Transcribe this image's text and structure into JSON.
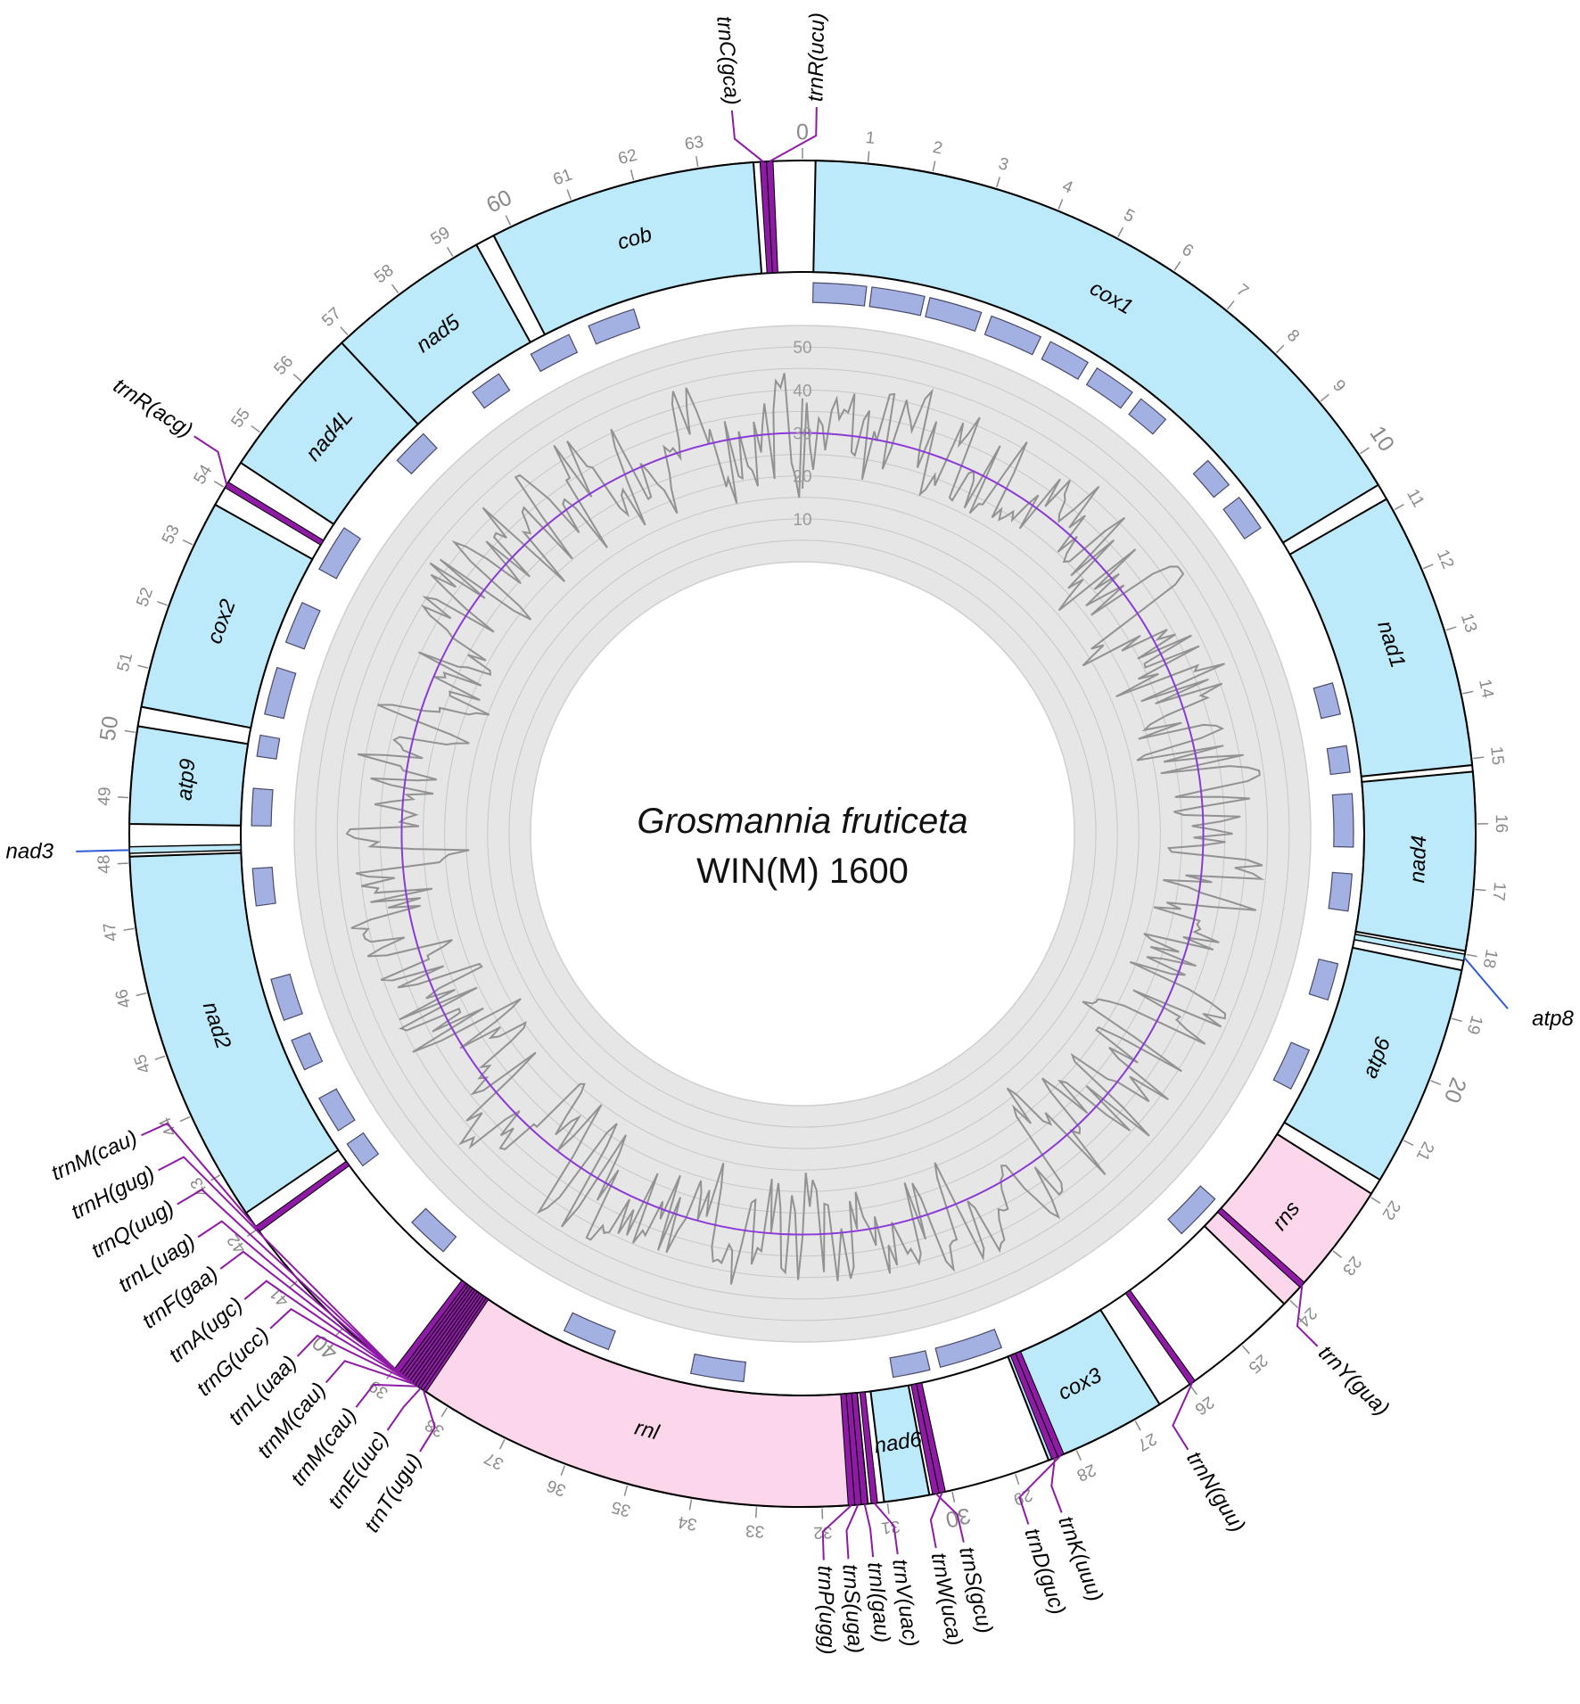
{
  "title": {
    "species": "Grosmannia fruticeta",
    "strain": "WIN(M) 1600"
  },
  "colors": {
    "protein": "#bdeafa",
    "rrna": "#fcd6ea",
    "trna": "#8e1aa6",
    "single_line": "#2e5bd6",
    "orf": "#a3b1e2",
    "gc_background": "#e6e6e6",
    "gc_line": "#929292",
    "mean_line": "#8a3ad6"
  },
  "genome": {
    "length_kb": 64.6,
    "tick_step_kb": 1,
    "major_every_kb": 10
  },
  "ticks": [
    0,
    1,
    2,
    3,
    4,
    5,
    6,
    7,
    8,
    9,
    10,
    11,
    12,
    13,
    14,
    15,
    16,
    17,
    18,
    19,
    20,
    21,
    22,
    23,
    24,
    25,
    26,
    27,
    28,
    29,
    30,
    31,
    32,
    33,
    34,
    35,
    36,
    37,
    38,
    39,
    40,
    41,
    42,
    43,
    44,
    45,
    46,
    47,
    48,
    49,
    50,
    51,
    52,
    53,
    54,
    55,
    56,
    57,
    58,
    59,
    60,
    61,
    62,
    63
  ],
  "genes": [
    {
      "name": "cox1",
      "type": "protein",
      "start": 0.2,
      "end": 10.55
    },
    {
      "name": "nad1",
      "type": "protein",
      "start": 10.8,
      "end": 15.1
    },
    {
      "name": "nad4",
      "type": "protein",
      "start": 15.2,
      "end": 17.95
    },
    {
      "name": "atp6",
      "type": "protein",
      "start": 18.25,
      "end": 21.7
    },
    {
      "name": "rns",
      "type": "rrna",
      "start": 21.95,
      "end": 24.1
    },
    {
      "name": "cox3",
      "type": "protein",
      "start": 26.55,
      "end": 28.45
    },
    {
      "name": "nad6",
      "type": "protein",
      "start": 30.35,
      "end": 31.05
    },
    {
      "name": "rnl",
      "type": "rrna",
      "start": 31.3,
      "end": 38.55
    },
    {
      "name": "nad2",
      "type": "protein",
      "start": 42.3,
      "end": 48.1
    },
    {
      "name": "atp9",
      "type": "protein",
      "start": 48.6,
      "end": 50.1
    },
    {
      "name": "cox2",
      "type": "protein",
      "start": 50.4,
      "end": 53.7
    },
    {
      "name": "nad4L",
      "type": "protein",
      "start": 54.45,
      "end": 56.85
    },
    {
      "name": "nad5",
      "type": "protein",
      "start": 56.85,
      "end": 59.4
    },
    {
      "name": "cob",
      "type": "protein",
      "start": 59.7,
      "end": 63.85
    }
  ],
  "single_line_genes": [
    {
      "name": "nad3",
      "pos": 48.2,
      "label_angle_offset": 0
    },
    {
      "name": "atp8",
      "pos": 18.05,
      "label_angle_offset": 0.6
    }
  ],
  "trnas": [
    {
      "name": "trnC(gca)",
      "pos": 64.0,
      "label_pos": 63.6
    },
    {
      "name": "trnR(ucu)",
      "pos": 64.1,
      "label_pos": 0.2
    },
    {
      "name": "trnR(acg)",
      "pos": 54.05,
      "label_pos": 54.4
    },
    {
      "name": "trnY(gua)",
      "pos": 23.7,
      "label_pos": 24.2
    },
    {
      "name": "trnN(guu)",
      "pos": 25.95,
      "label_pos": 26.55
    },
    {
      "name": "trnK(uuu)",
      "pos": 28.35,
      "label_pos": 28.55
    },
    {
      "name": "trnD(guc)",
      "pos": 28.25,
      "label_pos": 29.05
    },
    {
      "name": "trnS(gcu)",
      "pos": 30.25,
      "label_pos": 30.0
    },
    {
      "name": "trnW(uca)",
      "pos": 30.15,
      "label_pos": 30.4
    },
    {
      "name": "trnV(uac)",
      "pos": 31.2,
      "label_pos": 30.95
    },
    {
      "name": "trnI(gau)",
      "pos": 31.35,
      "label_pos": 31.3
    },
    {
      "name": "trnS(uga)",
      "pos": 31.45,
      "label_pos": 31.65
    },
    {
      "name": "trnP(ugg)",
      "pos": 31.55,
      "label_pos": 32.0
    },
    {
      "name": "trnT(ugu)",
      "pos": 38.45,
      "label_pos": 38.0
    },
    {
      "name": "trnE(uuc)",
      "pos": 38.5,
      "label_pos": 38.55
    },
    {
      "name": "trnM(cau)",
      "pos": 38.55,
      "label_pos": 39.1
    },
    {
      "name": "trnM(cau)",
      "pos": 38.6,
      "label_pos": 39.65
    },
    {
      "name": "trnL(uaa)",
      "pos": 38.65,
      "label_pos": 40.2
    },
    {
      "name": "trnG(ucc)",
      "pos": 38.7,
      "label_pos": 40.75
    },
    {
      "name": "trnA(ugc)",
      "pos": 38.75,
      "label_pos": 41.3
    },
    {
      "name": "trnF(gaa)",
      "pos": 38.8,
      "label_pos": 41.85
    },
    {
      "name": "trnL(uag)",
      "pos": 38.85,
      "label_pos": 42.4
    },
    {
      "name": "trnQ(uug)",
      "pos": 38.9,
      "label_pos": 42.95
    },
    {
      "name": "trnH(gug)",
      "pos": 38.95,
      "label_pos": 43.5
    },
    {
      "name": "trnM(cau)",
      "pos": 42.0,
      "label_pos": 44.05
    }
  ],
  "orfs": [
    [
      0.2,
      1.2
    ],
    [
      1.3,
      2.3
    ],
    [
      2.4,
      3.4
    ],
    [
      3.6,
      4.6
    ],
    [
      4.8,
      5.6
    ],
    [
      5.8,
      6.6
    ],
    [
      6.8,
      7.4
    ],
    [
      8.5,
      9.1
    ],
    [
      9.4,
      10.1
    ],
    [
      13.3,
      13.9
    ],
    [
      14.5,
      15.0
    ],
    [
      15.4,
      16.4
    ],
    [
      16.9,
      17.6
    ],
    [
      18.6,
      19.3
    ],
    [
      20.3,
      21.1
    ],
    [
      23.6,
      24.5
    ],
    [
      28.5,
      29.7
    ],
    [
      29.9,
      30.6
    ],
    [
      33.4,
      34.4
    ],
    [
      36.0,
      36.9
    ],
    [
      39.6,
      40.4
    ],
    [
      41.8,
      42.3
    ],
    [
      42.6,
      43.3
    ],
    [
      43.9,
      44.5
    ],
    [
      44.9,
      45.7
    ],
    [
      47.1,
      47.8
    ],
    [
      48.6,
      49.3
    ],
    [
      49.9,
      50.3
    ],
    [
      50.7,
      51.6
    ],
    [
      52.1,
      52.9
    ],
    [
      53.6,
      54.5
    ],
    [
      56.1,
      56.8
    ],
    [
      58.0,
      58.6
    ],
    [
      59.3,
      60.1
    ],
    [
      60.5,
      61.4
    ]
  ],
  "gc_track": {
    "ring_labels": [
      "10",
      "20",
      "30",
      "40",
      "50"
    ],
    "ring_values": [
      10,
      20,
      30,
      40,
      50
    ],
    "max": 55,
    "mean": 30,
    "samples": 640
  }
}
